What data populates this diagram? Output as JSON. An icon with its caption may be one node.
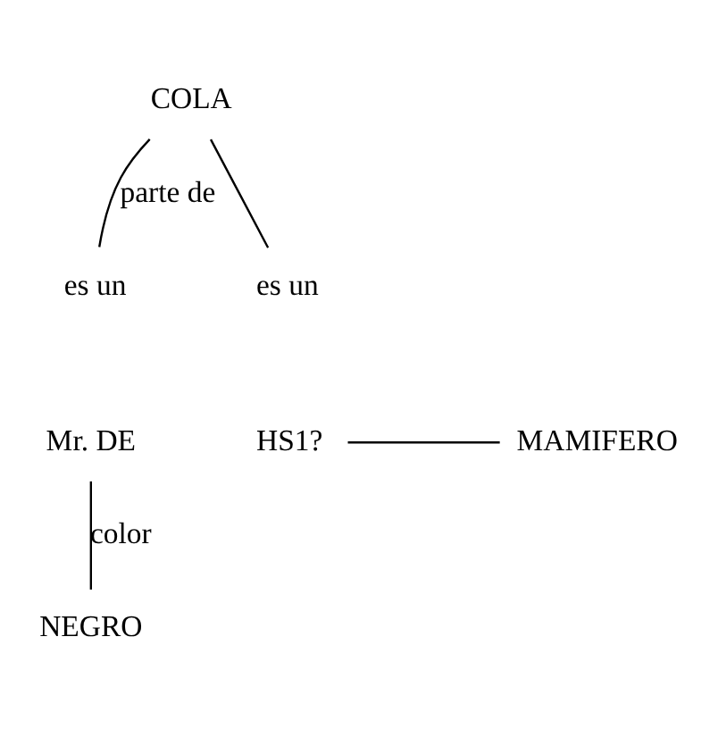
{
  "diagram": {
    "nodes": [
      {
        "text": [
          "COLA"
        ]
      },
      {
        "text": [
          "es un"
        ]
      },
      {
        "text": [
          "es un"
        ]
      },
      {
        "text": [
          "Mr. DE"
        ]
      },
      {
        "text": [
          "HS1?"
        ]
      },
      {
        "text": [
          "MAMIFERO"
        ]
      },
      {
        "text": [
          "NEGRO"
        ]
      }
    ],
    "edges": [
      {
        "from": 0,
        "to": 1,
        "arrow": "none",
        "label": "parte de"
      },
      {
        "from": 0,
        "to": 2,
        "arrow": "none"
      },
      {
        "from": 4,
        "to": 5,
        "arrow": "none"
      },
      {
        "from": 3,
        "to": 6,
        "arrow": "none",
        "label": "color"
      }
    ]
  }
}
